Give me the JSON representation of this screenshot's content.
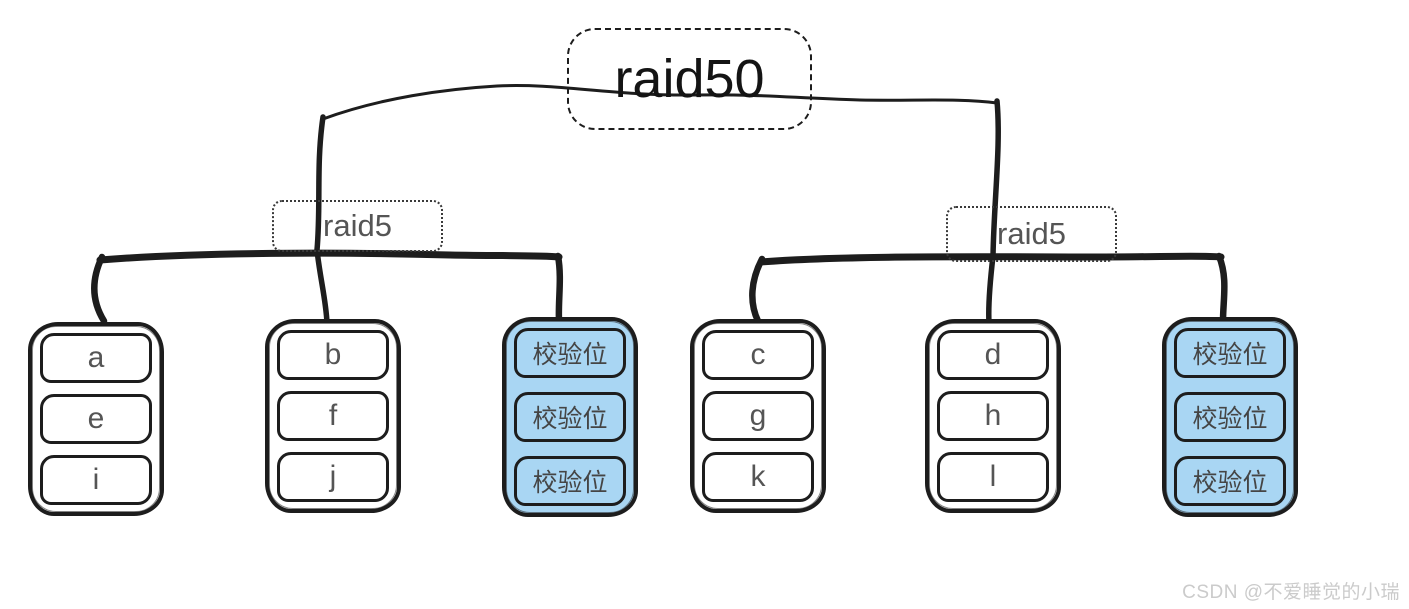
{
  "diagram": {
    "title": "raid50",
    "subgroups": [
      {
        "label": "raid5"
      },
      {
        "label": "raid5"
      }
    ],
    "disk_groups": [
      {
        "id": "group-aei",
        "type": "data",
        "cells": [
          "a",
          "e",
          "i"
        ]
      },
      {
        "id": "group-bfj",
        "type": "data",
        "cells": [
          "b",
          "f",
          "j"
        ]
      },
      {
        "id": "group-parity-left",
        "type": "parity",
        "cells": [
          "校验位",
          "校验位",
          "校验位"
        ]
      },
      {
        "id": "group-cgk",
        "type": "data",
        "cells": [
          "c",
          "g",
          "k"
        ]
      },
      {
        "id": "group-dhl",
        "type": "data",
        "cells": [
          "d",
          "h",
          "l"
        ]
      },
      {
        "id": "group-parity-right",
        "type": "parity",
        "cells": [
          "校验位",
          "校验位",
          "校验位"
        ]
      }
    ],
    "colors": {
      "stroke": "#1d1d1d",
      "parity_fill": "#a9d6f3",
      "cell_text": "#555555",
      "watermark_text": "#cbcbcb"
    },
    "watermark": "CSDN @不爱睡觉的小瑞"
  }
}
